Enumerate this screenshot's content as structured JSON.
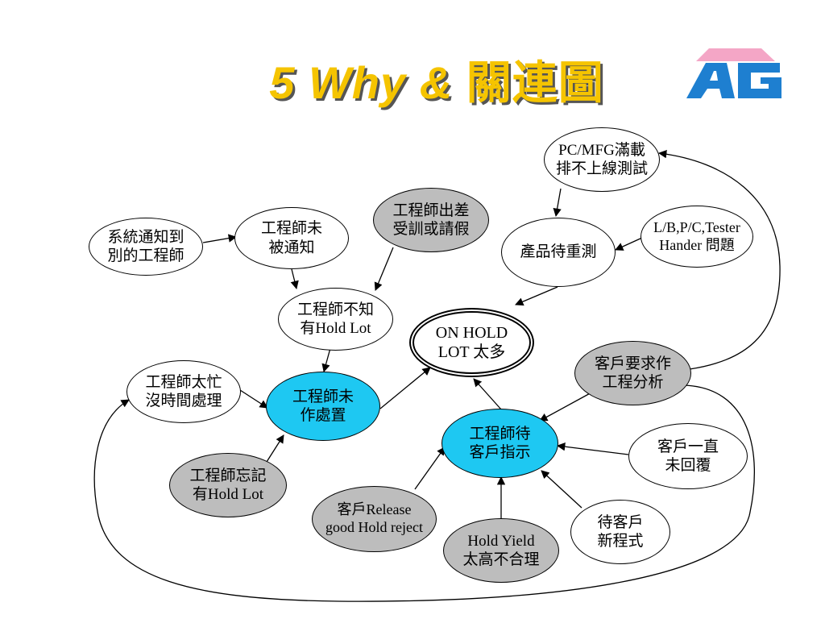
{
  "title": {
    "latin": "5 Why  &",
    "cjk": "關連圖"
  },
  "logo": {
    "text": "AG",
    "colors": {
      "blue": "#1e7fd0",
      "pink": "#f4a6c6"
    }
  },
  "colors": {
    "cyan": "#1ec8f2",
    "gray": "#bdbdbd",
    "title": "#f5c400"
  },
  "nodes": {
    "system_notify": {
      "line1": "系統通知到",
      "line2": "別的工程師"
    },
    "eng_not_notified": {
      "line1": "工程師未",
      "line2": "被通知"
    },
    "eng_travel": {
      "line1": "工程師出差",
      "line2": "受訓或請假"
    },
    "pc_mfg": {
      "line1": "PC/MFG滿載",
      "line2": "排不上線測試"
    },
    "lb_pc_tester": {
      "line1": "L/B,P/C,Tester",
      "line2": "Hander 問題"
    },
    "product_retest": {
      "line1": "產品待重測",
      "line2": ""
    },
    "eng_unaware": {
      "line1": "工程師不知",
      "line2": "有Hold Lot"
    },
    "on_hold": {
      "line1": "ON HOLD",
      "line2": "LOT 太多"
    },
    "customer_request": {
      "line1": "客戶要求作",
      "line2": "工程分析"
    },
    "eng_busy": {
      "line1": "工程師太忙",
      "line2": "沒時間處理"
    },
    "eng_not_handle": {
      "line1": "工程師未",
      "line2": "作處置"
    },
    "eng_wait_customer": {
      "line1": "工程師待",
      "line2": "客戶指示"
    },
    "customer_no_reply": {
      "line1": "客戶一直",
      "line2": "未回覆"
    },
    "eng_forgot": {
      "line1": "工程師忘記",
      "line2": "有Hold Lot"
    },
    "customer_release": {
      "line1": "客戶Release",
      "line2": "good Hold reject"
    },
    "hold_yield": {
      "line1": "Hold Yield",
      "line2": "太高不合理"
    },
    "wait_program": {
      "line1": "待客戶",
      "line2": "新程式"
    }
  }
}
